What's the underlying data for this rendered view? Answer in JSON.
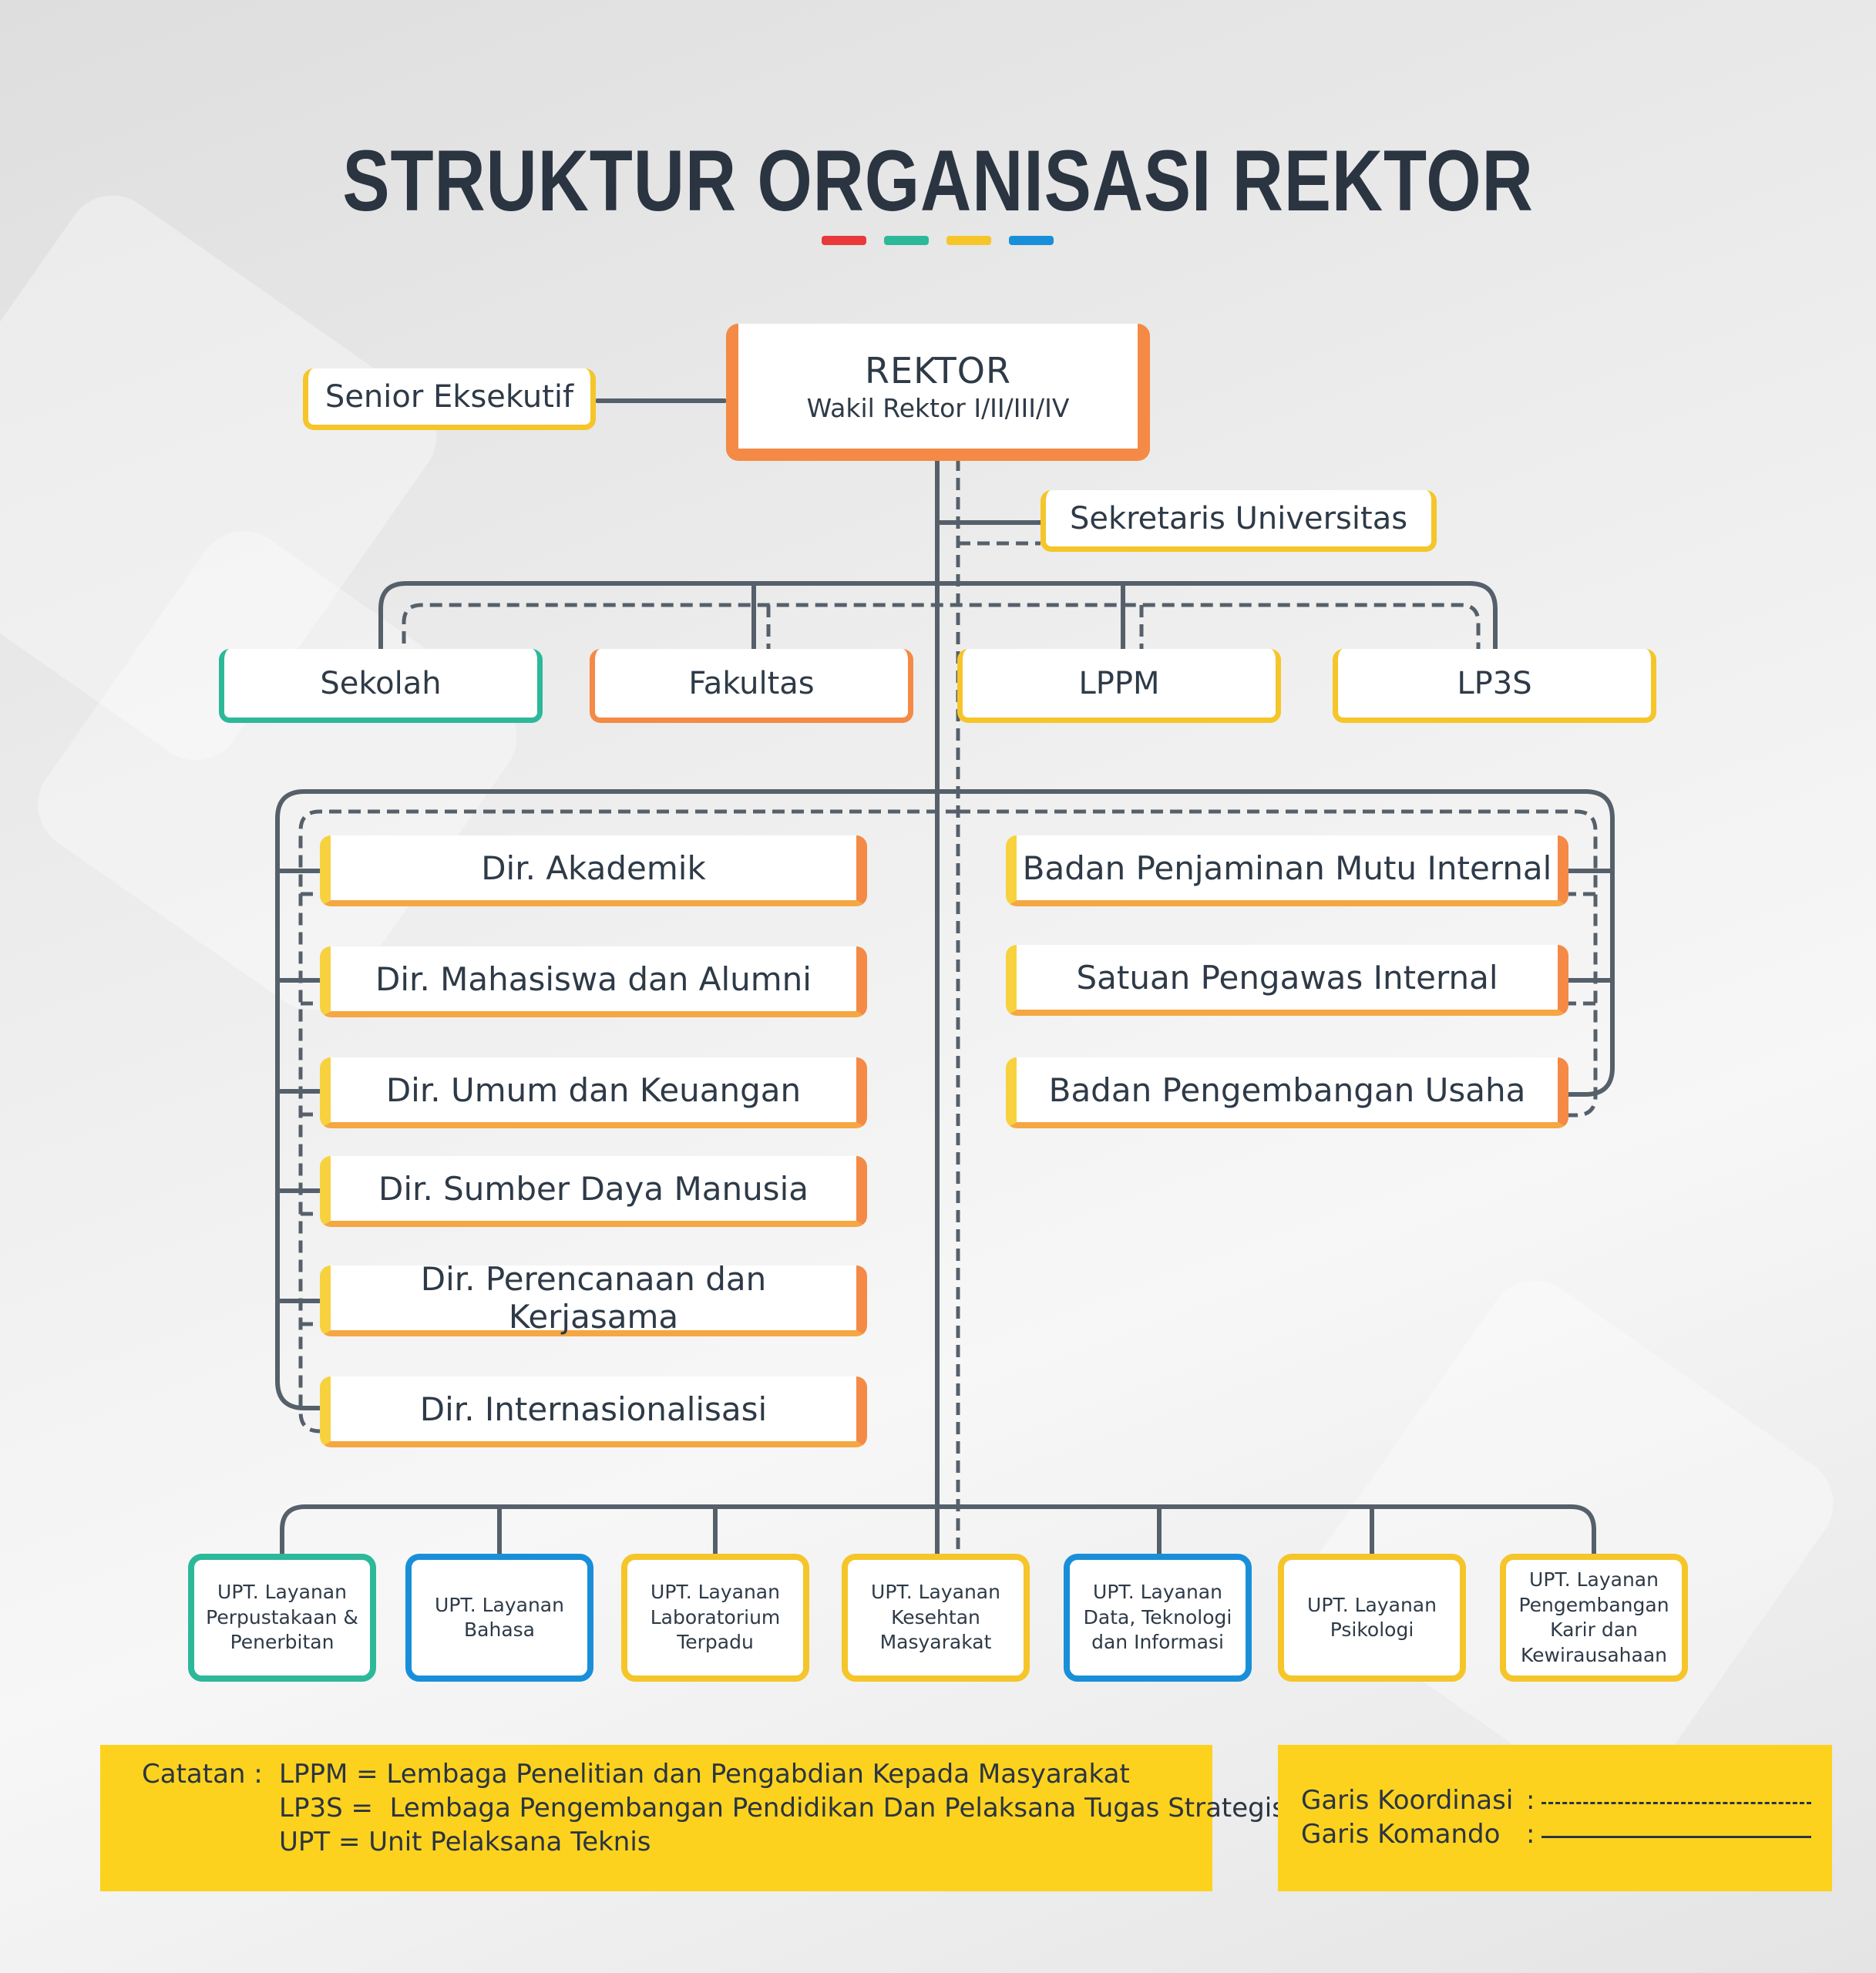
{
  "title": "STRUKTUR ORGANISASI REKTOR",
  "accent_colors": [
    "#e8393b",
    "#2db89a",
    "#f5c52a",
    "#1a8fd9"
  ],
  "rektor": {
    "title": "REKTOR",
    "subtitle": "Wakil Rektor I/II/III/IV"
  },
  "senior": "Senior Eksekutif",
  "sekretaris": "Sekretaris Universitas",
  "units": [
    "Sekolah",
    "Fakultas",
    "LPPM",
    "LP3S"
  ],
  "directorates_left": [
    "Dir. Akademik",
    "Dir. Mahasiswa dan Alumni",
    "Dir. Umum dan Keuangan",
    "Dir. Sumber Daya Manusia",
    "Dir. Perencanaan dan Kerjasama",
    "Dir. Internasionalisasi"
  ],
  "bodies_right": [
    "Badan Penjaminan Mutu Internal",
    "Satuan Pengawas Internal",
    "Badan Pengembangan Usaha"
  ],
  "upt": [
    "UPT. Layanan Perpustakaan & Penerbitan",
    "UPT. Layanan Bahasa",
    "UPT. Layanan Laboratorium Terpadu",
    "UPT. Layanan Kesehtan Masyarakat",
    "UPT. Layanan Data, Teknologi dan Informasi",
    "UPT. Layanan Psikologi",
    "UPT. Layanan Pengembangan Karir dan Kewirausahaan"
  ],
  "notes": {
    "label": "Catatan :",
    "lines": [
      "LPPM = Lembaga Penelitian dan Pengabdian Kepada Masyarakat",
      "LP3S =  Lembaga Pengembangan Pendidikan Dan Pelaksana Tugas Strategis",
      "UPT = Unit Pelaksana Teknis"
    ]
  },
  "legend": {
    "coordination": "Garis Koordinasi",
    "command": "Garis Komando",
    "sep": ":"
  },
  "colors": {
    "line": "#56606b",
    "orange": "#f48a45",
    "yellow": "#f5c52a",
    "teal": "#2db89a",
    "blue": "#1a8fd9",
    "note_bg": "#fcd21f"
  }
}
